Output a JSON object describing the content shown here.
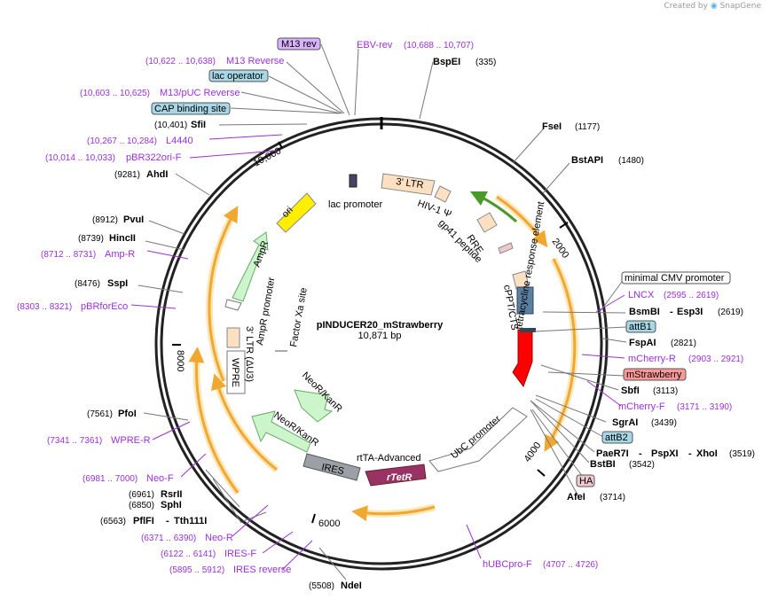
{
  "credit": {
    "text": "Created by",
    "brand": "SnapGene"
  },
  "plasmid": {
    "name": "pINDUCER20_mStrawberry",
    "size": "10,871 bp"
  },
  "ticks": [
    "2000",
    "4000",
    "6000",
    "8000",
    "10,000"
  ],
  "sites": [
    {
      "id": "bspei",
      "name": "BspEI",
      "pos": "(335)"
    },
    {
      "id": "fsei",
      "name": "FseI",
      "pos": "(1177)"
    },
    {
      "id": "bstapi",
      "name": "BstAPI",
      "pos": "(1480)"
    },
    {
      "id": "bsmbi",
      "name": "BsmBI",
      "name2": "Esp3I",
      "pos": "(2619)"
    },
    {
      "id": "fspai",
      "name": "FspAI",
      "pos": "(2821)"
    },
    {
      "id": "sbfi",
      "name": "SbfI",
      "pos": "(3113)"
    },
    {
      "id": "sgrai",
      "name": "SgrAI",
      "pos": "(3439)"
    },
    {
      "id": "paer7i",
      "name": "PaeR7I",
      "name2": "PspXI",
      "name3": "XhoI",
      "pos": "(3519)"
    },
    {
      "id": "bstbi",
      "name": "BstBI",
      "pos": "(3542)"
    },
    {
      "id": "afei",
      "name": "AfeI",
      "pos": "(3714)"
    },
    {
      "id": "ndei",
      "name": "NdeI",
      "pos": "(5508)"
    },
    {
      "id": "pflfi",
      "name": "PflFI",
      "name2": "Tth111I",
      "pos": "(6563)"
    },
    {
      "id": "sphi",
      "name": "SphI",
      "pos": "(6850)"
    },
    {
      "id": "rsrii",
      "name": "RsrII",
      "pos": "(6961)"
    },
    {
      "id": "pfoi",
      "name": "PfoI",
      "pos": "(7561)"
    },
    {
      "id": "sspi",
      "name": "SspI",
      "pos": "(8476)"
    },
    {
      "id": "hincii",
      "name": "HincII",
      "pos": "(8739)"
    },
    {
      "id": "pvui",
      "name": "PvuI",
      "pos": "(8912)"
    },
    {
      "id": "ahdi",
      "name": "AhdI",
      "pos": "(9281)"
    },
    {
      "id": "sfii",
      "name": "SfiI",
      "pos": "(10,401)"
    }
  ],
  "primers": [
    {
      "id": "ebv-rev",
      "name": "EBV-rev",
      "range": "(10,688 .. 10,707)"
    },
    {
      "id": "m13-reverse",
      "name": "M13 Reverse",
      "range": "(10,622 .. 10,638)"
    },
    {
      "id": "m13-puc-reverse",
      "name": "M13/pUC Reverse",
      "range": "(10,603 .. 10,625)"
    },
    {
      "id": "l4440",
      "name": "L4440",
      "range": "(10,267 .. 10,284)"
    },
    {
      "id": "pbr322ori-f",
      "name": "pBR322ori-F",
      "range": "(10,014 .. 10,033)"
    },
    {
      "id": "amp-r",
      "name": "Amp-R",
      "range": "(8712 .. 8731)"
    },
    {
      "id": "pbrforeco",
      "name": "pBRforEco",
      "range": "(8303 .. 8321)"
    },
    {
      "id": "wpre-r",
      "name": "WPRE-R",
      "range": "(7341 .. 7361)"
    },
    {
      "id": "neo-f",
      "name": "Neo-F",
      "range": "(6981 .. 7000)"
    },
    {
      "id": "neo-r",
      "name": "Neo-R",
      "range": "(6371 .. 6390)"
    },
    {
      "id": "ires-f",
      "name": "IRES-F",
      "range": "(6122 .. 6141)"
    },
    {
      "id": "ires-reverse",
      "name": "IRES reverse",
      "range": "(5895 .. 5912)"
    },
    {
      "id": "hubcpro-f",
      "name": "hUBCpro-F",
      "range": "(4707 .. 4726)"
    },
    {
      "id": "lncx",
      "name": "LNCX",
      "range": "(2595 .. 2619)"
    },
    {
      "id": "mcherry-r",
      "name": "mCherry-R",
      "range": "(2903 .. 2921)"
    },
    {
      "id": "mcherry-f",
      "name": "mCherry-F",
      "range": "(3171 .. 3190)"
    }
  ],
  "boxes": {
    "m13rev": "M13 rev",
    "lacop": "lac operator",
    "cap": "CAP binding site",
    "mincmv": "minimal CMV promoter",
    "attb1": "attB1",
    "mstraw": "mStrawberry",
    "attb2": "attB2",
    "ha": "HA"
  },
  "features": {
    "ori": "ori",
    "lacpromoter": "lac promoter",
    "ltr3": "3' LTR",
    "hiv": "HIV-1 Ψ",
    "rre": "RRE",
    "gp41": "gp41 peptide",
    "cppt": "cPPT/CTS",
    "tre": "tetracycline response element",
    "ubc": "UbC promoter",
    "rtta": "rtTA-Advanced",
    "rtetr": "rTetR",
    "ires": "IRES",
    "neokan1": "NeoR/KanR",
    "neokan2": "NeoR/KanR",
    "wpre": "WPRE",
    "ltr3au3": "3' LTR (ΔU3)",
    "ampr": "AmpR",
    "amprprom": "AmpR promoter",
    "factorxa": "Factor Xa site"
  },
  "colors": {
    "primer": "#9b30d9",
    "orf": "#f0a830",
    "ori": "#ffee00",
    "marker": "#ccf5cc",
    "ltr": "#fde0c2",
    "red": "#ff0000",
    "rtetr": "#993366",
    "ires": "#9aa0a6",
    "attb": "#a8d8e8",
    "mstraw": "#ff9999",
    "ha": "#f0c8d0",
    "m13": "#d9b3ff"
  }
}
